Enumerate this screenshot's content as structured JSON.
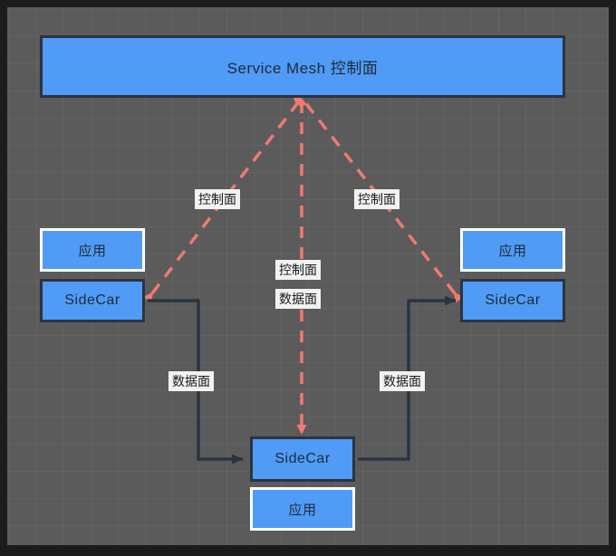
{
  "diagram": {
    "title_node": "Service Mesh 控制面",
    "background_color": "#5b5b5b",
    "frame_color": "#1c1c1c",
    "node_fill_color": "#509bf5",
    "control_plane_edge_color": "#ef7a72",
    "data_plane_edge_color": "#2b3440",
    "nodes": [
      {
        "id": "control-plane",
        "label": "Service Mesh 控制面",
        "border": "dark"
      },
      {
        "id": "app-left",
        "label": "应用",
        "border": "white"
      },
      {
        "id": "sidecar-left",
        "label": "SideCar",
        "border": "dark"
      },
      {
        "id": "app-right",
        "label": "应用",
        "border": "white"
      },
      {
        "id": "sidecar-right",
        "label": "SideCar",
        "border": "dark"
      },
      {
        "id": "sidecar-bottom",
        "label": "SideCar",
        "border": "dark"
      },
      {
        "id": "app-bottom",
        "label": "应用",
        "border": "white"
      }
    ],
    "labels": {
      "control_plane_left": "控制面",
      "control_plane_right": "控制面",
      "control_plane_center": "控制面",
      "data_plane_center": "数据面",
      "data_plane_left": "数据面",
      "data_plane_right": "数据面"
    }
  }
}
